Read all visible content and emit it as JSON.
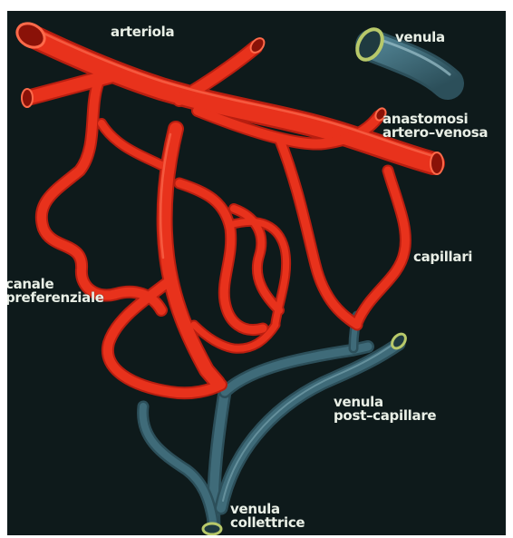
{
  "labels": {
    "arteriola": "arteriola",
    "venula": "venula",
    "anastomosi": [
      "anastomosi",
      "artero–venosa"
    ],
    "capillari": "capillari",
    "canale": [
      "canale",
      "preferenziale"
    ],
    "venula_post": [
      "venula",
      "post–capillare"
    ],
    "venula_collettrice": [
      "venula",
      "collettrice"
    ]
  },
  "colors": {
    "background": "#0e1a1b",
    "artery": "#e8321c",
    "artery_highlight": "#ff6a4a",
    "vein": "#3f6b79",
    "vein_highlight": "#7fa8b4",
    "vessel_opening": "#b8c96a",
    "label_text": "#e9efe6"
  }
}
